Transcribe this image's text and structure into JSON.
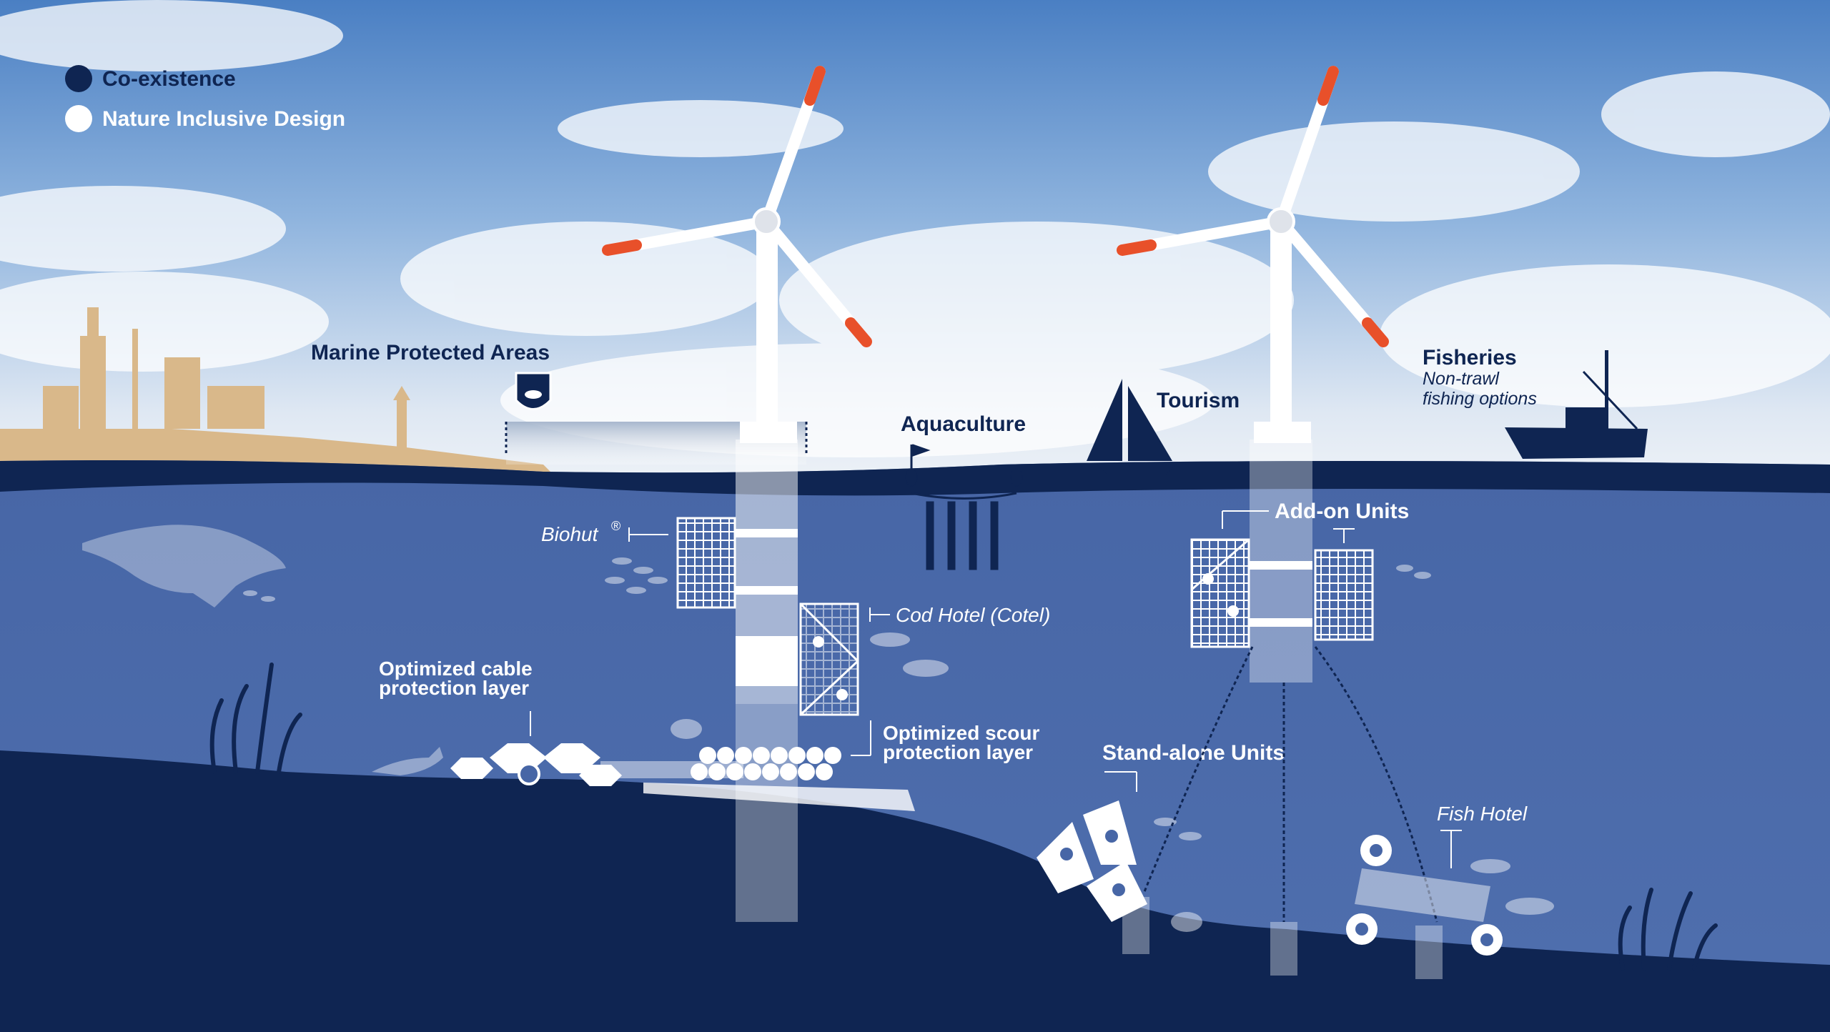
{
  "legend": {
    "items": [
      {
        "label": "Co-existence",
        "color": "#0f2552"
      },
      {
        "label": "Nature Inclusive Design",
        "color": "#ffffff"
      }
    ]
  },
  "labels": {
    "marine_protected_areas": "Marine Protected Areas",
    "aquaculture": "Aquaculture",
    "tourism": "Tourism",
    "fisheries": "Fisheries",
    "fisheries_sub_1": "Non-trawl",
    "fisheries_sub_2": "fishing options",
    "biohut": "Biohut",
    "biohut_mark": "®",
    "cod_hotel": "Cod Hotel (Cotel)",
    "add_on_units": "Add-on Units",
    "cable_layer_1": "Optimized cable",
    "cable_layer_2": "protection layer",
    "scour_layer_1": "Optimized scour",
    "scour_layer_2": "protection layer",
    "stand_alone_units": "Stand-alone Units",
    "fish_hotel": "Fish Hotel"
  },
  "colors": {
    "navy": "#0f2552",
    "water": "#4a6aa8",
    "sky_top": "#4f82c4",
    "sand": "#d9b88a",
    "blade_tip": "#e8502a"
  },
  "icons": [
    "whale-icon",
    "fish-school-icon",
    "crab-icon",
    "lobster-icon",
    "seaweed-icon",
    "sailboat-icon",
    "fishing-vessel-icon",
    "mpa-shield-icon"
  ]
}
